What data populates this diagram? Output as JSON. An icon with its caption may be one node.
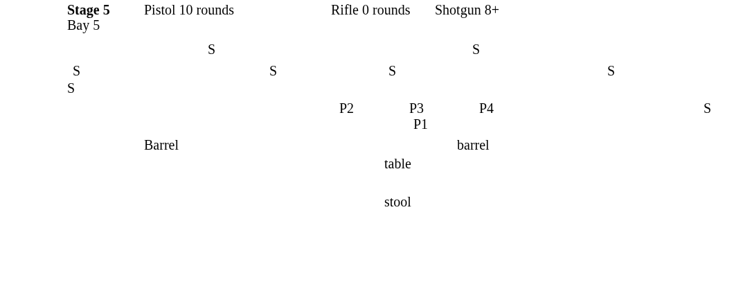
{
  "diagram": {
    "title": "Stage 5",
    "labels": [
      "Pistol 10 rounds",
      "Rifle 0 rounds",
      "Shotgun 8+",
      "Bay 5",
      "S",
      "S",
      "S",
      "S",
      "S",
      "S",
      "S",
      "P2",
      "P3",
      "P4",
      "S",
      "P1",
      "Barrel",
      "barrel",
      "table",
      "stool"
    ]
  }
}
